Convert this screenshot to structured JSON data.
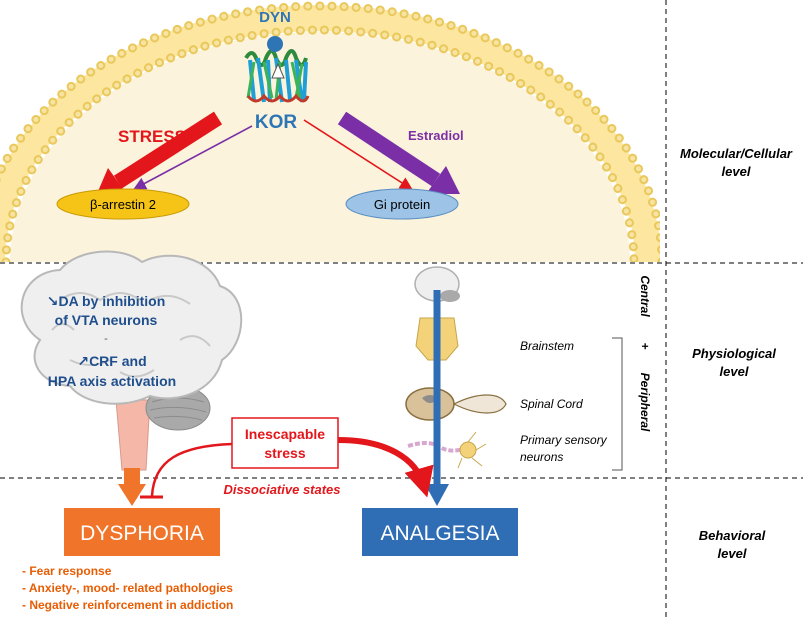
{
  "molecular": {
    "dyn_label": "DYN",
    "kor_label": "KOR",
    "stress_label": "STRESS",
    "estradiol_label": "Estradiol",
    "arrestin_label": "β-arrestin 2",
    "gi_label": "Gi protein"
  },
  "levels": {
    "molecular_line1": "Molecular/Cellular",
    "molecular_line2": "level",
    "physiological_line1": "Physiological",
    "physiological_line2": "level",
    "behavioral_line1": "Behavioral",
    "behavioral_line2": "level"
  },
  "central_peripheral": {
    "central": "Central",
    "plus": "+",
    "peripheral": "Peripheral"
  },
  "brain_text": {
    "line1": "↘DA by inhibition",
    "line2": "of VTA neurons",
    "separator": "-",
    "line3": "↗CRF and",
    "line4": "HPA axis activation"
  },
  "spinal_labels": {
    "brainstem": "Brainstem",
    "spinal_cord": "Spinal Cord",
    "sensory_line1": "Primary sensory",
    "sensory_line2": "neurons"
  },
  "stress_box": {
    "line1": "Inescapable",
    "line2": "stress"
  },
  "dissociative": "Dissociative states",
  "dysphoria": "DYSPHORIA",
  "analgesia": "ANALGESIA",
  "outcomes": [
    "- Fear response",
    "- Anxiety-, mood- related pathologies",
    "- Negative reinforcement in addiction"
  ],
  "colors": {
    "stress_red": "#e3161b",
    "estradiol_purple": "#7b2fa6",
    "dysphoria_orange": "#f0752a",
    "analgesia_blue": "#2f6db5",
    "arrestin_yellow": "#f5c417",
    "gi_blue": "#9dc3e6",
    "kor_blue": "#2e75b6",
    "brain_text_blue": "#1f4e8c",
    "outcome_orange": "#e85d04"
  }
}
